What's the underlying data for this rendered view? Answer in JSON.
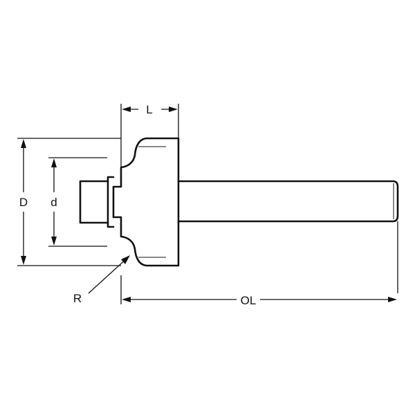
{
  "diagram": {
    "labels": {
      "L": "L",
      "D": "D",
      "d": "d",
      "R": "R",
      "OL": "OL"
    },
    "colors": {
      "line": "#111111",
      "background": "#ffffff"
    }
  }
}
